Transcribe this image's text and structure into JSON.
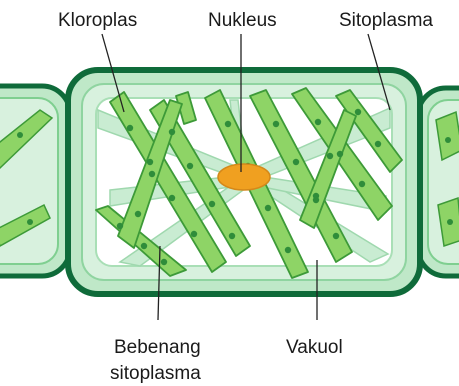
{
  "labels": {
    "chloroplast": "Kloroplas",
    "nucleus": "Nukleus",
    "cytoplasm": "Sitoplasma",
    "strand_line1": "Bebenang",
    "strand_line2": "sitoplasma",
    "vacuole": "Vakuol"
  },
  "colors": {
    "wall_dark": "#0f6b3a",
    "wall_light": "#bfe8c8",
    "cytoplasm": "#d8f1de",
    "vacuole": "#ffffff",
    "chloroplast_fill": "#8ed466",
    "chloroplast_stroke": "#3d9a38",
    "chloroplast_dot": "#2f8d3a",
    "nucleus": "#f0a020",
    "strand": "#c9ecd2",
    "leader_line": "#222222"
  }
}
